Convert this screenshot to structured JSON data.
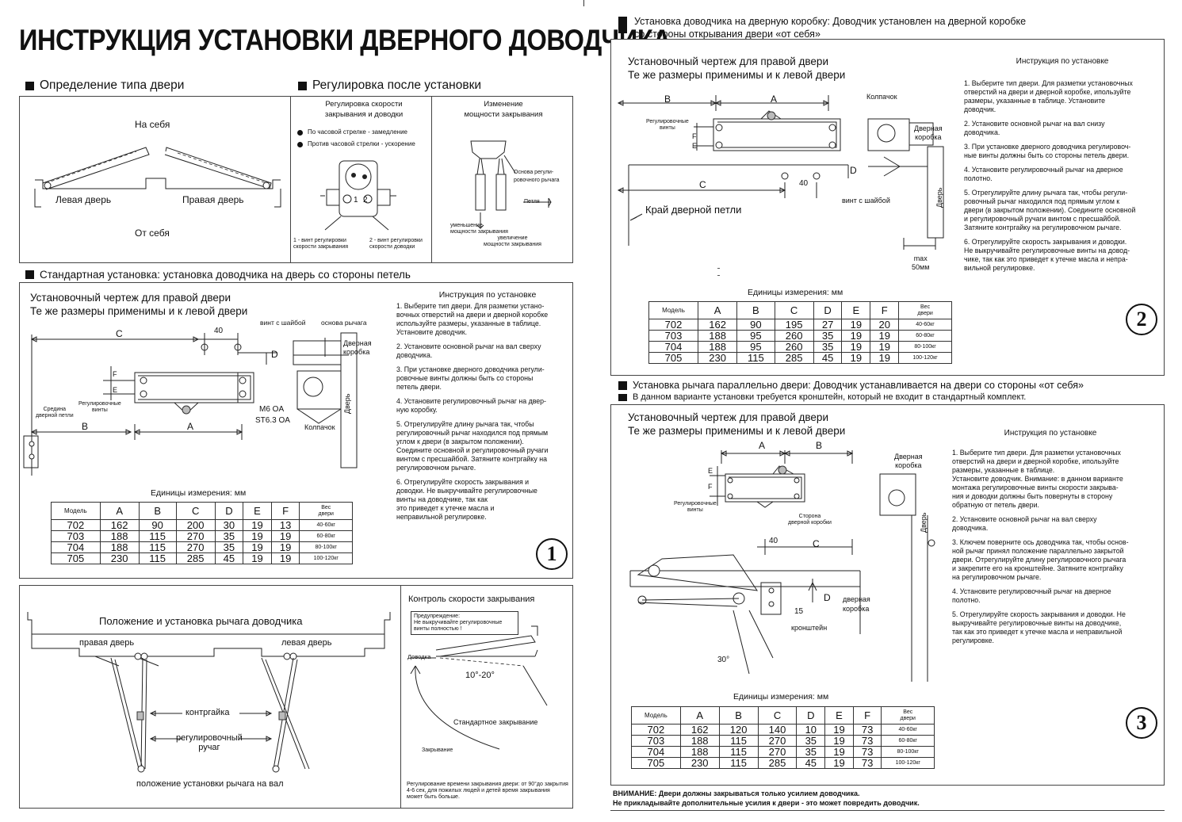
{
  "title": "ИНСТРУКЦИЯ УСТАНОВКИ ДВЕРНОГО ДОВОДЧИКА",
  "door_type": {
    "heading": "Определение типа двери",
    "toward": "На себя",
    "left_door": "Левая дверь",
    "right_door": "Правая дверь",
    "away": "От себя"
  },
  "adjustment": {
    "heading": "Регулировка после установки",
    "speed_title": "Регулировка скорости\nзакрывания и доводки",
    "cw": "По часовой стрелке - замедление",
    "ccw": "Против часовой стрелки - ускорение",
    "screw1": "1 - винт регулировки\nскорости закрывания",
    "screw2": "2 - винт регулировки\nскорости доводки",
    "num1": "1",
    "num2": "2",
    "power_title": "Изменение\nмощности закрывания",
    "base_label": "Основа регули-\nровочного рычага",
    "hinge": "Петля",
    "decrease": "уменьшение\nмощности закрывания",
    "increase": "увеличение\nмощности закрывания"
  },
  "standard": {
    "heading": "Стандартная установка: установка доводчика на дверь со стороны петель",
    "drawing_title": "Установочный чертеж для правой двери\nТе же размеры применимы и к левой двери",
    "labels": {
      "c": "C",
      "d": "D",
      "b": "B",
      "a": "A",
      "f": "F",
      "e": "E",
      "dim40": "40",
      "screw_washer": "винт с шайбой",
      "arm_base": "основа рычага",
      "door_frame": "Дверная\nкоробка",
      "door": "Дверь",
      "hinge_mid": "Средина\nдверной петли",
      "adj_screws": "Регулировочные\nвинты",
      "m6": "M6 OA",
      "st63": "ST6.3 OA",
      "cap": "Колпачок"
    },
    "units": "Единицы измерения: мм",
    "instr_title": "Инструкция по установке",
    "instructions": [
      "1. Выберите тип двери. Для разметки устано-\nвочных отверстий на двери и дверной коробке\nиспользуйте размеры, указанные в таблице.\nУстановите доводчик.",
      "2. Установите основной рычаг на вал сверху\nдоводчика.",
      "3. При установке дверного доводчика регули-\nровочные винты должны быть со стороны\nпетель двери.",
      "4. Установите регулировочный рычаг на двер-\nную коробку.",
      "5. Отрегулируйте длину рычага так, чтобы\nрегулировочный рычаг находился под прямым\nуглом к двери (в закрытом положении).\nСоедините основной и регулировочный ручаги\nвинтом с пресшайбой. Затяните контргайку на\nрегулировочном рычаге.",
      "6. Отрегулируйте скорость закрывания и\nдоводки. Не выкручивайте регулировочные\nвинты на доводчике, так как\nэто приведет к утечке масла и\nнеправильной регулировке."
    ],
    "number": "1",
    "table": {
      "headers": [
        "Модель",
        "A",
        "B",
        "C",
        "D",
        "E",
        "F",
        "Вес\nдвери"
      ],
      "rows": [
        [
          "702",
          "162",
          "90",
          "200",
          "30",
          "19",
          "13",
          "40-60кг"
        ],
        [
          "703",
          "188",
          "115",
          "270",
          "35",
          "19",
          "19",
          "60-80кг"
        ],
        [
          "704",
          "188",
          "115",
          "270",
          "35",
          "19",
          "19",
          "80-100кг"
        ],
        [
          "705",
          "230",
          "115",
          "285",
          "45",
          "19",
          "19",
          "100-120кг"
        ]
      ]
    }
  },
  "lever": {
    "title": "Положение и установка рычага доводчика",
    "right_door": "правая дверь",
    "left_door": "левая дверь",
    "locknut": "контргайка",
    "adj_arm": "регулировочный\nручаг",
    "position": "положение установки рычага на вал"
  },
  "speed": {
    "title": "Контроль скорости закрывания",
    "warning": "Предупреждение:\nНе выкручивайте регулировочные\nвинты полностью !",
    "closing_end": "Доводка",
    "angle": "10°-20°",
    "standard_closing": "Стандартное закрывание",
    "closing": "Закрывание",
    "note": "Регулирование времени закрывания двери: от 90°до закрытия\n4-6 сек, для пожилых людей и детей время закрывания\nможет быть больше."
  },
  "frame": {
    "heading": "Установка доводчика на дверную коробку: Доводчик установлен на дверной коробке\nсо стороны открывания двери «от себя»",
    "drawing_title": "Установочный чертеж для правой двери\nТе же размеры применимы и к левой двери",
    "labels": {
      "b": "B",
      "a": "A",
      "c": "C",
      "d": "D",
      "f": "F",
      "e": "E",
      "dim40": "40",
      "cap": "Колпачок",
      "adj_screws": "Регулировочные\nвинты",
      "door_frame": "Дверная\nкоробка",
      "hinge_edge": "Край дверной петли",
      "screw_washer": "винт с шайбой",
      "door": "Дверь",
      "max": "max\n50мм"
    },
    "units": "Единицы измерения: мм",
    "instr_title": "Инструкция по установке",
    "instructions": [
      "1. Выберите тип двери. Для разметки установочных\nотверстий на двери и дверной коробке, ипользуйте\nразмеры, указанные в таблице.   Установите\nдоводчик.",
      "2. Установите основной рычаг на вал снизу\nдоводчика.",
      "3. При установке дверного доводчика регулировоч-\nные винты должны быть со стороны петель двери.",
      "4. Установите регулировочный рычаг на дверное\nполотно.",
      "5. Отрегулируйте длину рычага так, чтобы регули-\nровочный рычаг находился под прямым углом к\nдвери (в закрытом положении). Соедините основной\n и регулировочный ручаги винтом с пресшайбой.\nЗатяните контргайку на регулировочном рычаге.",
      "6. Отрегулируйте скорость закрывания и доводки.\nНе выкручивайте регулировочные винты на довод-\nчике, так как это приведет к утечке масла и непра-\nвильной регулировке."
    ],
    "number": "2",
    "table": {
      "headers": [
        "Модель",
        "A",
        "B",
        "C",
        "D",
        "E",
        "F",
        "Вес\nдвери"
      ],
      "rows": [
        [
          "702",
          "162",
          "90",
          "195",
          "27",
          "19",
          "20",
          "40-60кг"
        ],
        [
          "703",
          "188",
          "95",
          "260",
          "35",
          "19",
          "19",
          "60-80кг"
        ],
        [
          "704",
          "188",
          "95",
          "260",
          "35",
          "19",
          "19",
          "80-100кг"
        ],
        [
          "705",
          "230",
          "115",
          "285",
          "45",
          "19",
          "19",
          "100-120кг"
        ]
      ]
    }
  },
  "parallel": {
    "heading": "Установка рычага параллельно двери: Доводчик устанавливается на двери со стороны «от себя»",
    "subheading": "В данном варианте установки требуется кронштейн, который не входит в стандартный комплект.",
    "drawing_title": "Установочный чертеж для правой двери\nТе же размеры применимы и к левой двери",
    "labels": {
      "a": "A",
      "b": "B",
      "e": "E",
      "f": "F",
      "c": "C",
      "d": "D",
      "dim40": "40",
      "dim15": "15",
      "angle": "30°",
      "adj_screws": "Регулировочные\nвинты",
      "frame_side": "Сторона\nдверной коробки",
      "door_frame_top": "Дверная\nкоробка",
      "door": "Дверь",
      "door_frame": "дверная\nкоробка",
      "bracket": "кронштейн"
    },
    "units": "Единицы измерения: мм",
    "instr_title": "Инструкция по установке",
    "instructions": [
      "1. Выберите тип двери. Для разметки установочных\nотверстий на двери и дверной коробке, ипользуйте\nразмеры, указанные в таблице.\nУстановите доводчик. Внимание: в данном варианте\nмонтажа регулировочные винты скорости закрыва-\nния и доводки должны быть повернуты в сторону\nобратную от петель двери.",
      "2. Установите основной рычаг на вал сверху\nдоводчика.",
      "3. Ключем поверните ось доводчика так, чтобы основ-\nной рычаг принял положение параллельно закрытой\nдвери. Отрегулируйте длину регулировочного рычага\nи закрепите его на кронштейне. Затяните контргайку\nна регулировочном рычаге.",
      "4. Установите регулировочный рычаг на дверное\nполотно.",
      "5. Отрегулируйте скорость закрывания и доводки. Не\nвыкручивайте регулировочные винты на доводчике,\nтак как это приведет к утечке масла и неправильной\nрегулировке."
    ],
    "number": "3",
    "table": {
      "headers": [
        "Модель",
        "A",
        "B",
        "C",
        "D",
        "E",
        "F",
        "Вес\nдвери"
      ],
      "rows": [
        [
          "702",
          "162",
          "120",
          "140",
          "10",
          "19",
          "73",
          "40-60кг"
        ],
        [
          "703",
          "188",
          "115",
          "270",
          "35",
          "19",
          "73",
          "60-80кг"
        ],
        [
          "704",
          "188",
          "115",
          "270",
          "35",
          "19",
          "73",
          "80-100кг"
        ],
        [
          "705",
          "230",
          "115",
          "285",
          "45",
          "19",
          "73",
          "100-120кг"
        ]
      ]
    },
    "warning1": "ВНИМАНИЕ: Двери должны закрываться только усилием доводчика.",
    "warning2": "Не прикладывайте дополнительные усилия к двери - это может повредить доводчик."
  }
}
